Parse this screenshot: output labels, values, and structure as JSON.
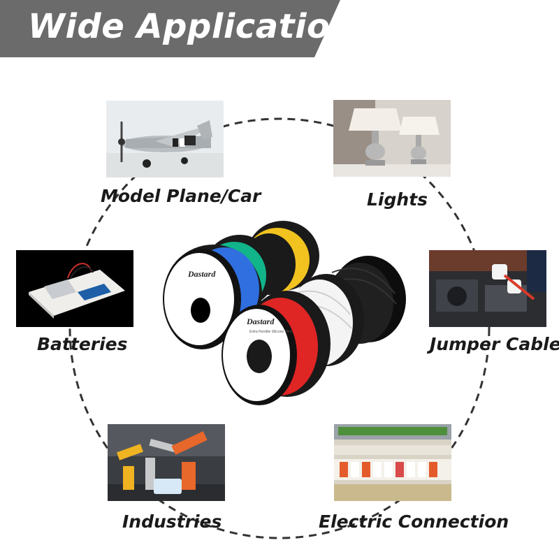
{
  "banner": {
    "title": "Wide Applications",
    "background_color": "#6b6b6b"
  },
  "product": {
    "brand": "Dastard",
    "subtitle": "Extra Flexible Silicone Wire",
    "spool_colors": [
      "#2f6fe0",
      "#12b48a",
      "#f2c21f",
      "#e02525",
      "#f4f4f4",
      "#111111"
    ]
  },
  "applications": [
    {
      "label": "Model Plane/Car",
      "icon": "model-plane-photo"
    },
    {
      "label": "Lights",
      "icon": "table-lamps-photo"
    },
    {
      "label": "Batteries",
      "icon": "battery-breadboard-photo"
    },
    {
      "label": "Jumper Cable",
      "icon": "car-engine-photo"
    },
    {
      "label": "Industries",
      "icon": "industrial-robot-photo"
    },
    {
      "label": "Electric Connection",
      "icon": "electrical-panel-photo"
    }
  ]
}
